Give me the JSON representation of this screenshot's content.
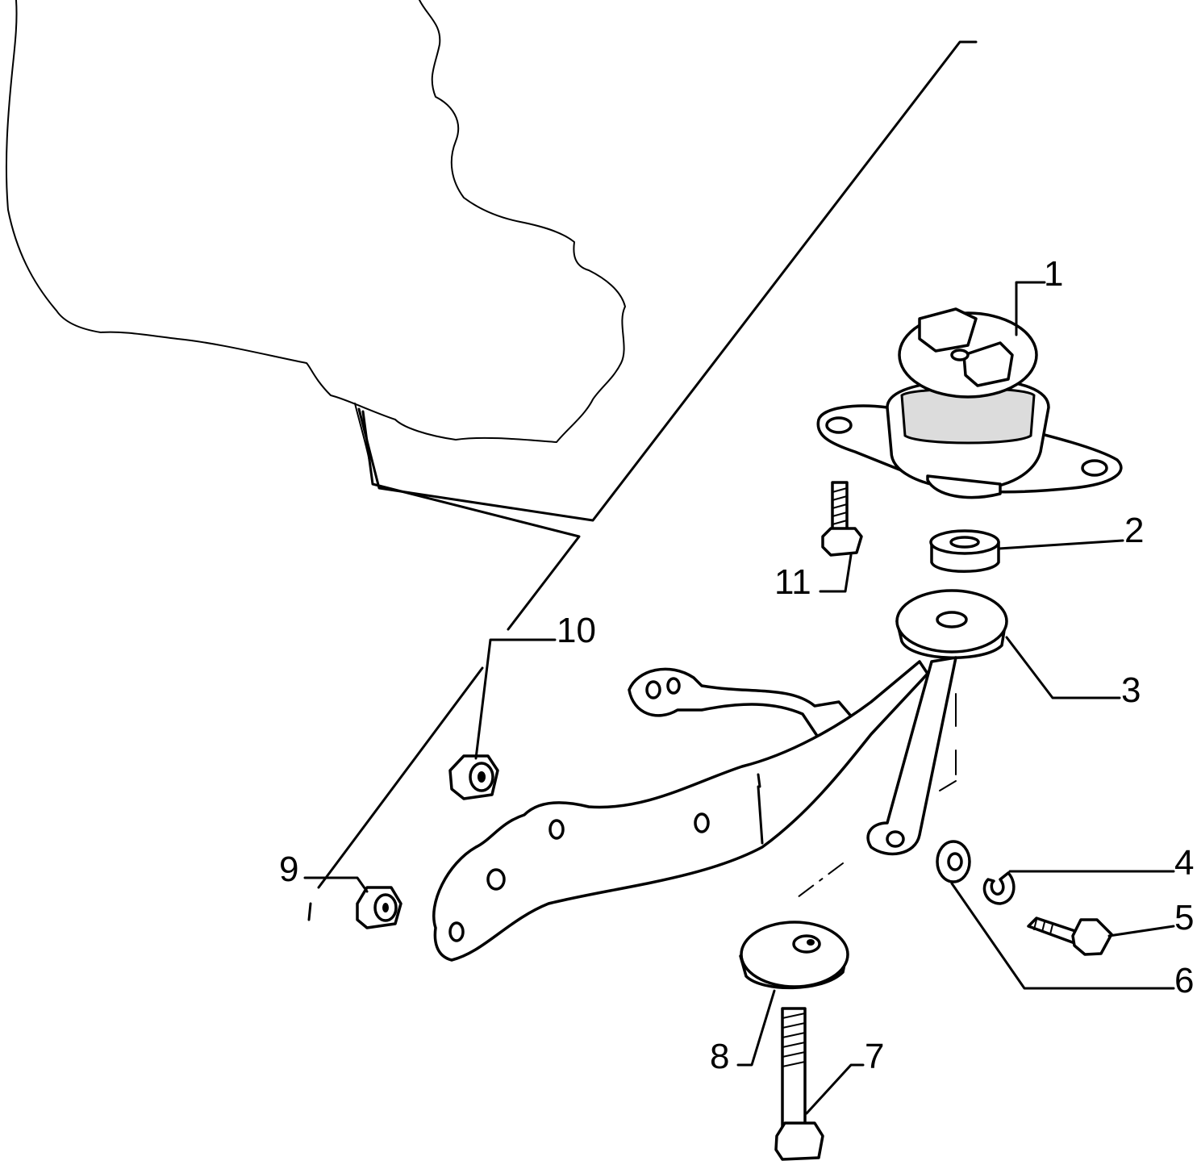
{
  "diagram": {
    "colors": {
      "ink": "#000000",
      "paper": "#ffffff",
      "rubber": "#dcdcdc"
    },
    "parts": [
      {
        "id": "p1",
        "label": "1"
      },
      {
        "id": "p2",
        "label": "2"
      },
      {
        "id": "p3",
        "label": "3"
      },
      {
        "id": "p4",
        "label": "4"
      },
      {
        "id": "p5",
        "label": "5"
      },
      {
        "id": "p6",
        "label": "6"
      },
      {
        "id": "p7",
        "label": "7"
      },
      {
        "id": "p8",
        "label": "8"
      },
      {
        "id": "p9",
        "label": "9"
      },
      {
        "id": "p10",
        "label": "10"
      },
      {
        "id": "p11",
        "label": "11"
      }
    ]
  }
}
